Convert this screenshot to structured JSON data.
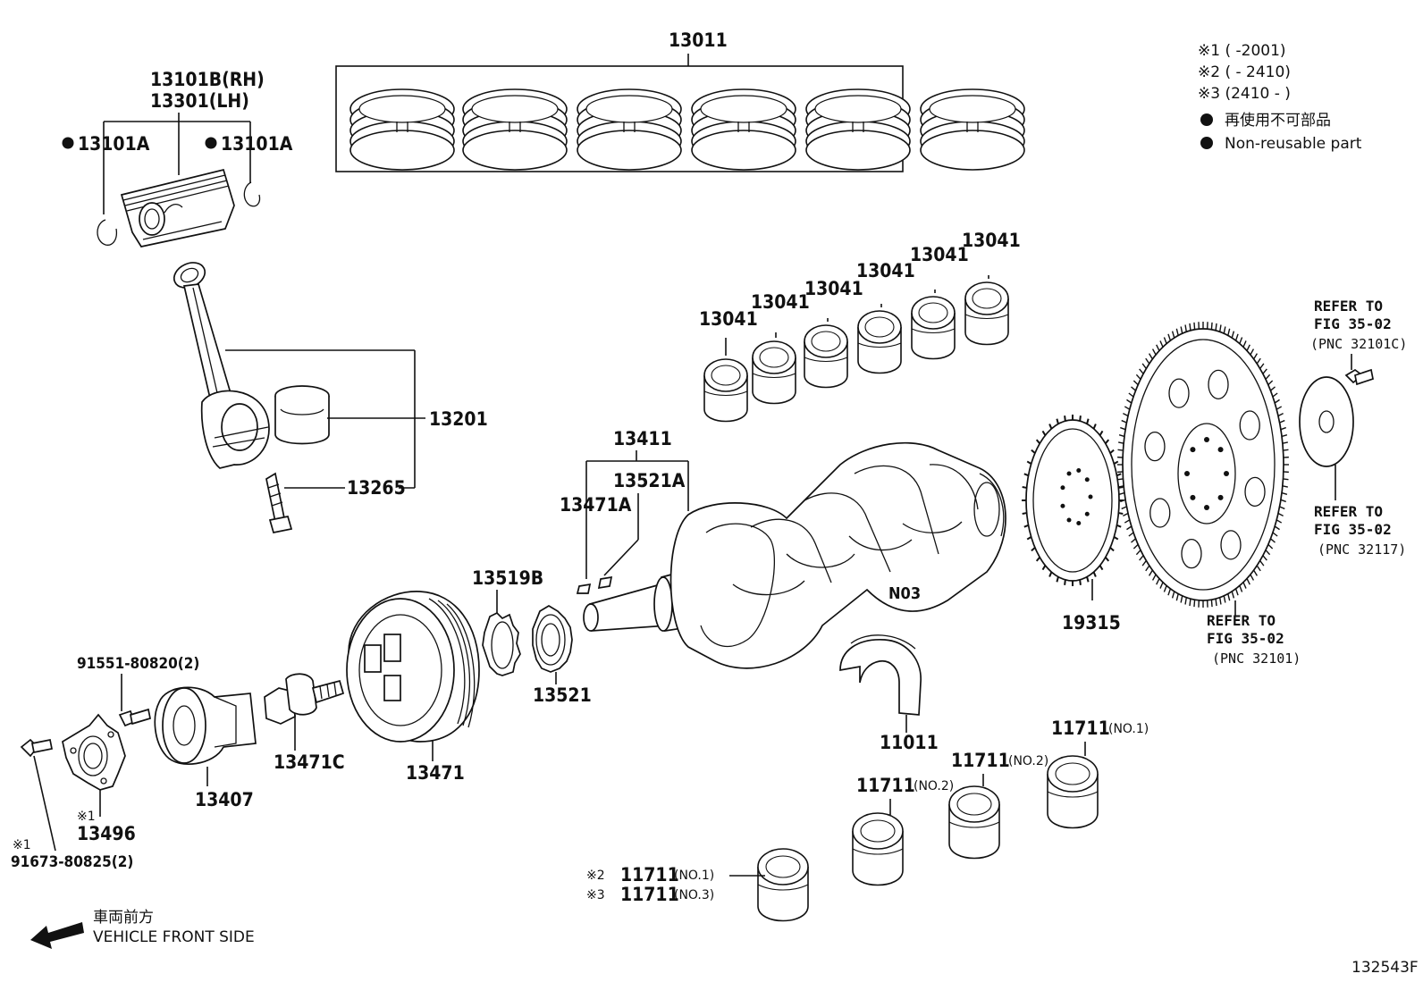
{
  "parts": {
    "p13011": "13011",
    "p13101b": "13101B(RH)",
    "p13301": "13301(LH)",
    "p13101a_left": "13101A",
    "p13101a_right": "13101A",
    "p13201": "13201",
    "p13265": "13265",
    "p13041": [
      "13041",
      "13041",
      "13041",
      "13041",
      "13041",
      "13041"
    ],
    "p13411": "13411",
    "p13521a": "13521A",
    "p13471a": "13471A",
    "p13519b": "13519B",
    "p13521": "13521",
    "p13471": "13471",
    "p13471c": "13471C",
    "p13407": "13407",
    "p13496": "13496",
    "p91551": "91551-80820(2)",
    "p91673": "91673-80825(2)",
    "p19315": "19315",
    "p11011": "11011",
    "n03": "N03",
    "p11711": "11711",
    "no1": "(NO.1)",
    "no2": "(NO.2)",
    "no3": "(NO.3)"
  },
  "markers": {
    "s1": "※1",
    "s2": "※2",
    "s3": "※3"
  },
  "refer": {
    "refer_to": "REFER TO",
    "fig": "FIG 35-02",
    "pnc_32101c": "(PNC 32101C)",
    "pnc_32117": "(PNC 32117)",
    "pnc_32101": "(PNC 32101)"
  },
  "legend": {
    "l1": "※1 (      -2001)",
    "l2": "※2 (          - 2410)",
    "l3": "※3 (2410 -        )",
    "jp": "再使用不可部品",
    "en": "Non-reusable part"
  },
  "front": {
    "jp": "車両前方",
    "en": "VEHICLE FRONT SIDE"
  },
  "figure_id": "132543F"
}
